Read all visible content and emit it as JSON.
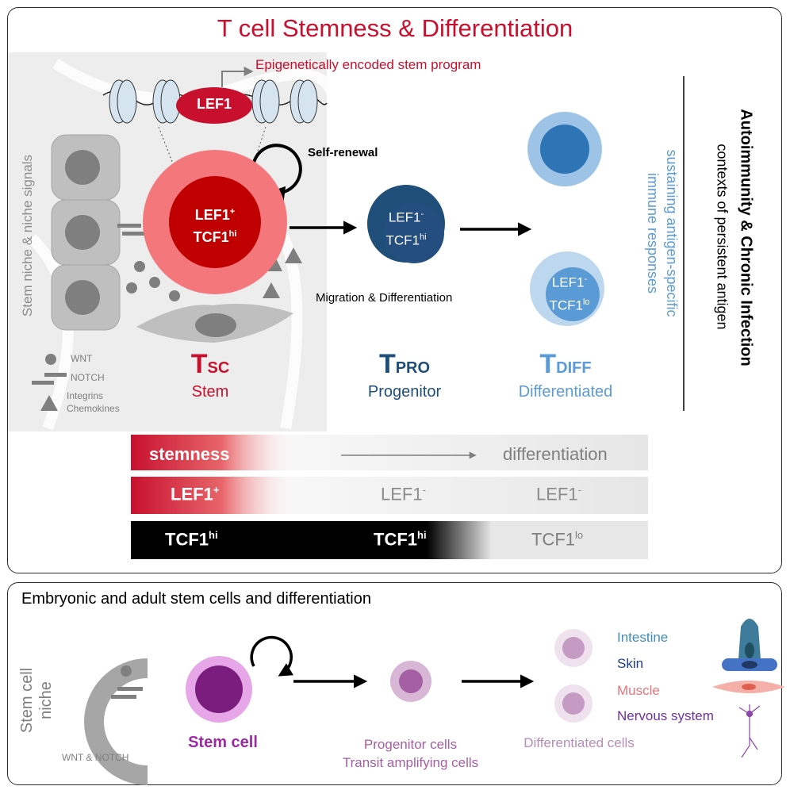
{
  "title": "T cell Stemness & Differentiation",
  "epigenetic": {
    "label": "Epigenetically encoded stem program",
    "lef1": "LEF1"
  },
  "self_renewal": "Self-renewal",
  "niche": {
    "side_label": "Stem niche & niche signals",
    "legend": {
      "wnt": "WNT",
      "notch": "NOTCH",
      "integrins": "Integrins",
      "chemokines": "Chemokines"
    }
  },
  "cells": {
    "tsc": {
      "l1": "LEF1",
      "s1": "+",
      "l2": "TCF1",
      "s2": "hi",
      "symbol": "T",
      "sub": "SC",
      "name": "Stem"
    },
    "tpro": {
      "l1": "LEF1",
      "s1": "-",
      "l2": "TCF1",
      "s2": "hi",
      "symbol": "T",
      "sub": "PRO",
      "name": "Progenitor"
    },
    "tdiff": {
      "l1": "LEF1",
      "s1": "-",
      "l2": "TCF1",
      "s2": "lo",
      "symbol": "T",
      "sub": "DIFF",
      "name": "Differentiated"
    }
  },
  "migration": "Migration & Differentiation",
  "sustaining": [
    "sustaining antigen-specific",
    "immune responses"
  ],
  "context": {
    "title": "Autoimmunity & Chronic Infection",
    "subtitle": "contexts of persistent antigen"
  },
  "bars": {
    "stemness": "stemness",
    "differentiation": "differentiation",
    "lef1_pos": "LEF1",
    "lef1_pos_sup": "+",
    "lef1_neg1": "LEF1",
    "lef1_neg2": "LEF1",
    "lef1_neg_sup": "-",
    "tcf1_a": "TCF1",
    "tcf1_b": "TCF1",
    "tcf1_c": "TCF1",
    "hi": "hi",
    "lo": "lo"
  },
  "bottom": {
    "title": "Embryonic and adult stem cells and differentiation",
    "niche_l1": "Stem cell",
    "niche_l2": "niche",
    "wnt_notch": "WNT & NOTCH",
    "stem_cell": "Stem cell",
    "progenitor_l1": "Progenitor cells",
    "progenitor_l2": "Transit amplifying cells",
    "differentiated": "Differentiated cells",
    "tissues": [
      "Intestine",
      "Skin",
      "Muscle",
      "Nervous system"
    ]
  },
  "colors": {
    "red": "#c8102e",
    "light_red": "#f4777c",
    "dark_blue": "#1f4e79",
    "light_blue": "#5b9bd5",
    "purple": "#9b2aa0",
    "gray": "#8c8c8c"
  }
}
